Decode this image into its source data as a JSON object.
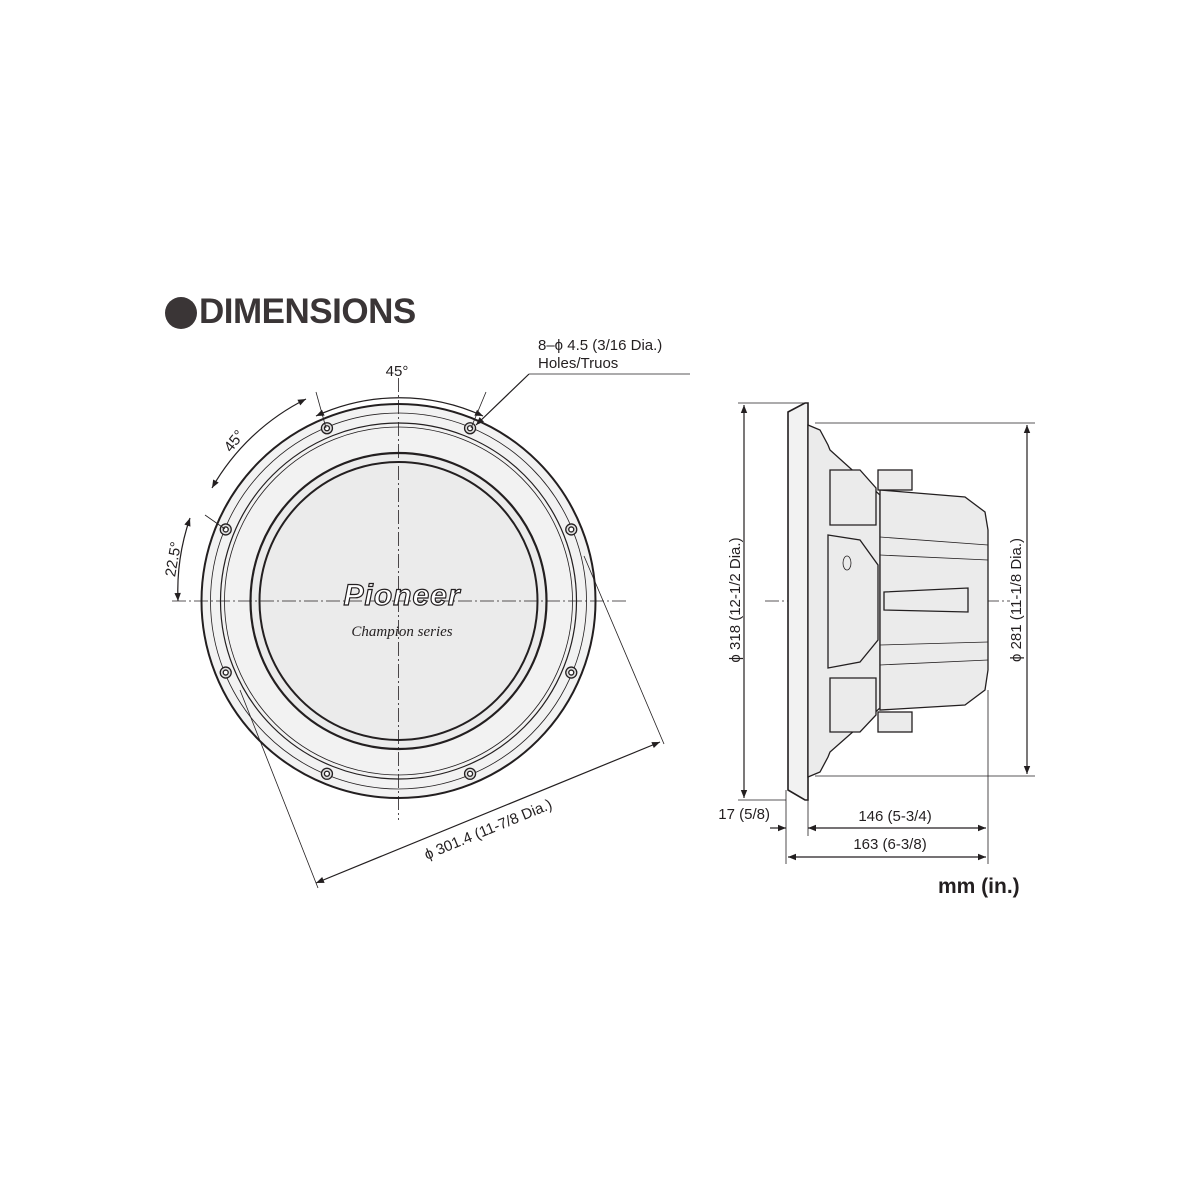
{
  "title": "DIMENSIONS",
  "holes_note": {
    "line1": "8–ϕ 4.5 (3/16 Dia.)",
    "line2": "Holes/Truos"
  },
  "angles": {
    "top": "45°",
    "upper_left": "45°",
    "left": "22.5°"
  },
  "front_view": {
    "logo": "Pioneer",
    "series": "Champion series",
    "diameter_label": "ϕ 301.4 (11-7/8 Dia.)"
  },
  "side_view": {
    "overall_diameter": "ϕ 318 (12-1/2 Dia.)",
    "basket_diameter": "ϕ 281 (11-1/8 Dia.)",
    "flange_depth": "17 (5/8)",
    "mount_depth": "146 (5-3/4)",
    "total_depth": "163 (6-3/8)"
  },
  "units": "mm (in.)"
}
